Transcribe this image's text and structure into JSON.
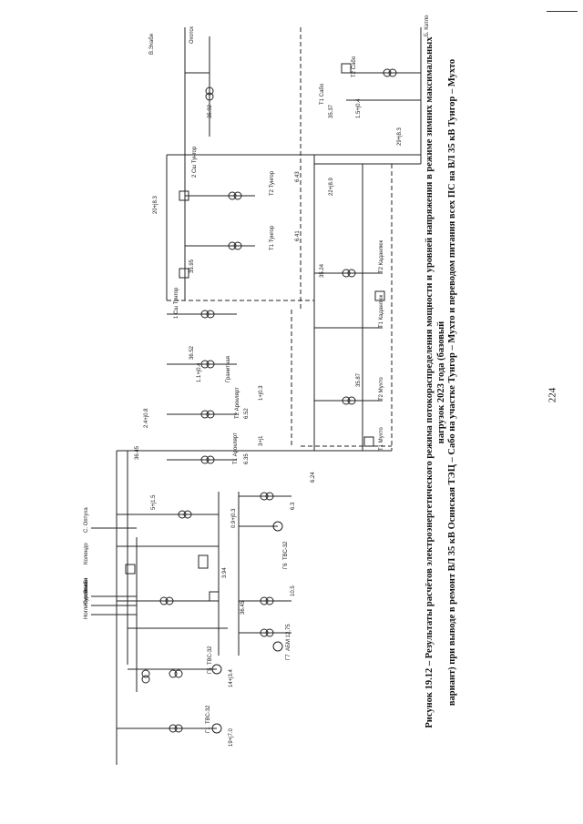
{
  "caption": {
    "line1": "Рисунок 19.12 – Результаты расчётов электроэнергетического режима потокораспределения мощности и уровней напряжения в режиме зимних максимальных нагрузок 2023 года (базовый",
    "line2": "вариант) при выводе в ремонт ВЛ 35 кВ Осинская ТЭЦ – Сабо на участке Тунгор – Мухто и переводом питания всех ПС на ВЛ 35 кВ Тунгор – Мухто"
  },
  "page_number": "224",
  "diagram": {
    "top_left_label": "В.Эхаби",
    "top_mid_label": "Охотск",
    "bottom_right_label": "Б. Катло",
    "left_labels": [
      "Колендо",
      "Эхаби",
      "Колонгио",
      "Ноглибуровская"
    ],
    "left_mid_label": "С. Оптуха",
    "substations": [
      "2 Сш Тунгор",
      "1 Сш Тунгор",
      "Т1 Тунгор",
      "Т2 Тунгор",
      "Т1 Ароклярт",
      "Т2 Ароклярт",
      "Т1 Мухто",
      "Т2 Мухто",
      "Т1 Каданлюк",
      "Т2 Каданлюк",
      "Т1 Сабо",
      "Т2 Сабо",
      "Гранитная"
    ],
    "generators": [
      {
        "name": "Г1",
        "type": "ТВС-32"
      },
      {
        "name": "Г5",
        "type": "ТВС-32"
      },
      {
        "name": "Г6",
        "type": "ТВС-32"
      },
      {
        "name": "Г7",
        "type": "АБМ 12,75"
      }
    ],
    "voltages": [
      "36.45",
      "35.92",
      "35.95",
      "35.37",
      "36.52",
      "35.24",
      "35.87",
      "6.24",
      "6.3",
      "10.5",
      "3.94",
      "36.45",
      "6.43",
      "6.41",
      "6.52",
      "6.35"
    ],
    "flows": [
      "14+j3.4",
      "19+j7.0",
      "20+j8.3",
      "22+j8.9",
      "3+j1",
      "1+j0.3",
      "5+j1.5",
      "0.9+j0.3",
      "1.1+j0.4",
      "2.4+j0.8",
      "29+j8.3",
      "1.5+j0.4"
    ]
  }
}
